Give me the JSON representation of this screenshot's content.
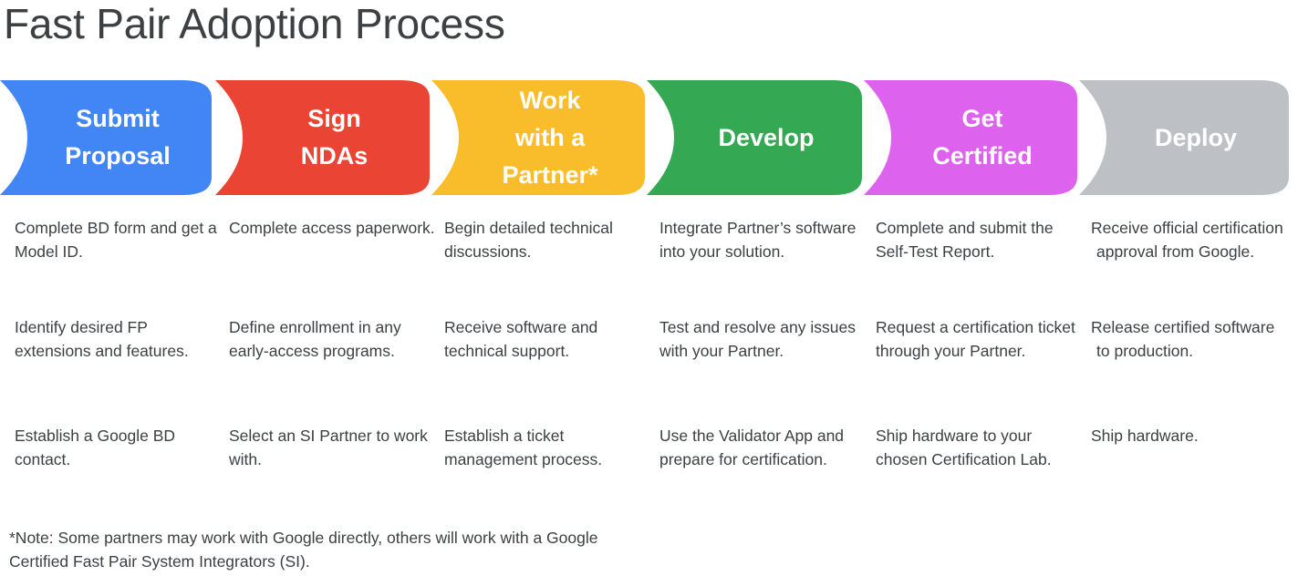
{
  "title": "Fast Pair Adoption Process",
  "colors": {
    "title_text": "#3c4043",
    "body_text": "#3c4043",
    "banner_text": "#ffffff",
    "stage_1": "#4285f4",
    "stage_2": "#ea4435",
    "stage_3": "#f9bc2b",
    "stage_4": "#34a853",
    "stage_5": "#dd62ee",
    "stage_6": "#bdc1c6",
    "background": "#ffffff"
  },
  "stages": [
    {
      "label": "Submit\nProposal",
      "color": "#4285f4",
      "bullets": [
        "Complete BD form and get a Model ID.",
        "Identify desired FP extensions and features.",
        "Establish a Google BD contact."
      ]
    },
    {
      "label": "Sign\nNDAs",
      "color": "#ea4435",
      "bullets": [
        "Complete access paperwork.",
        "Define enrollment in any early-access programs.",
        "Select an SI Partner to work with."
      ]
    },
    {
      "label": "Work\nwith a\nPartner*",
      "color": "#f9bc2b",
      "bullets": [
        "Begin detailed technical discussions.",
        "Receive software and technical support.",
        "Establish a ticket management process."
      ]
    },
    {
      "label": "Develop",
      "color": "#34a853",
      "bullets": [
        "Integrate Partner’s software into your solution.",
        "Test and resolve any issues with your Partner.",
        "Use the Validator App and prepare for certification."
      ]
    },
    {
      "label": "Get\nCertified",
      "color": "#dd62ee",
      "bullets": [
        "Complete and submit the Self-Test Report.",
        "Request a certification ticket through your Partner.",
        "Ship hardware to your chosen Certification Lab."
      ]
    },
    {
      "label": "Deploy",
      "color": "#bdc1c6",
      "bullets": [
        "Receive official certification approval from Google.",
        "Release certified software to production.",
        "Ship hardware."
      ]
    }
  ],
  "footnote": "*Note: Some partners may work with Google directly, others will work with a Google Certified Fast Pair System Integrators (SI)."
}
